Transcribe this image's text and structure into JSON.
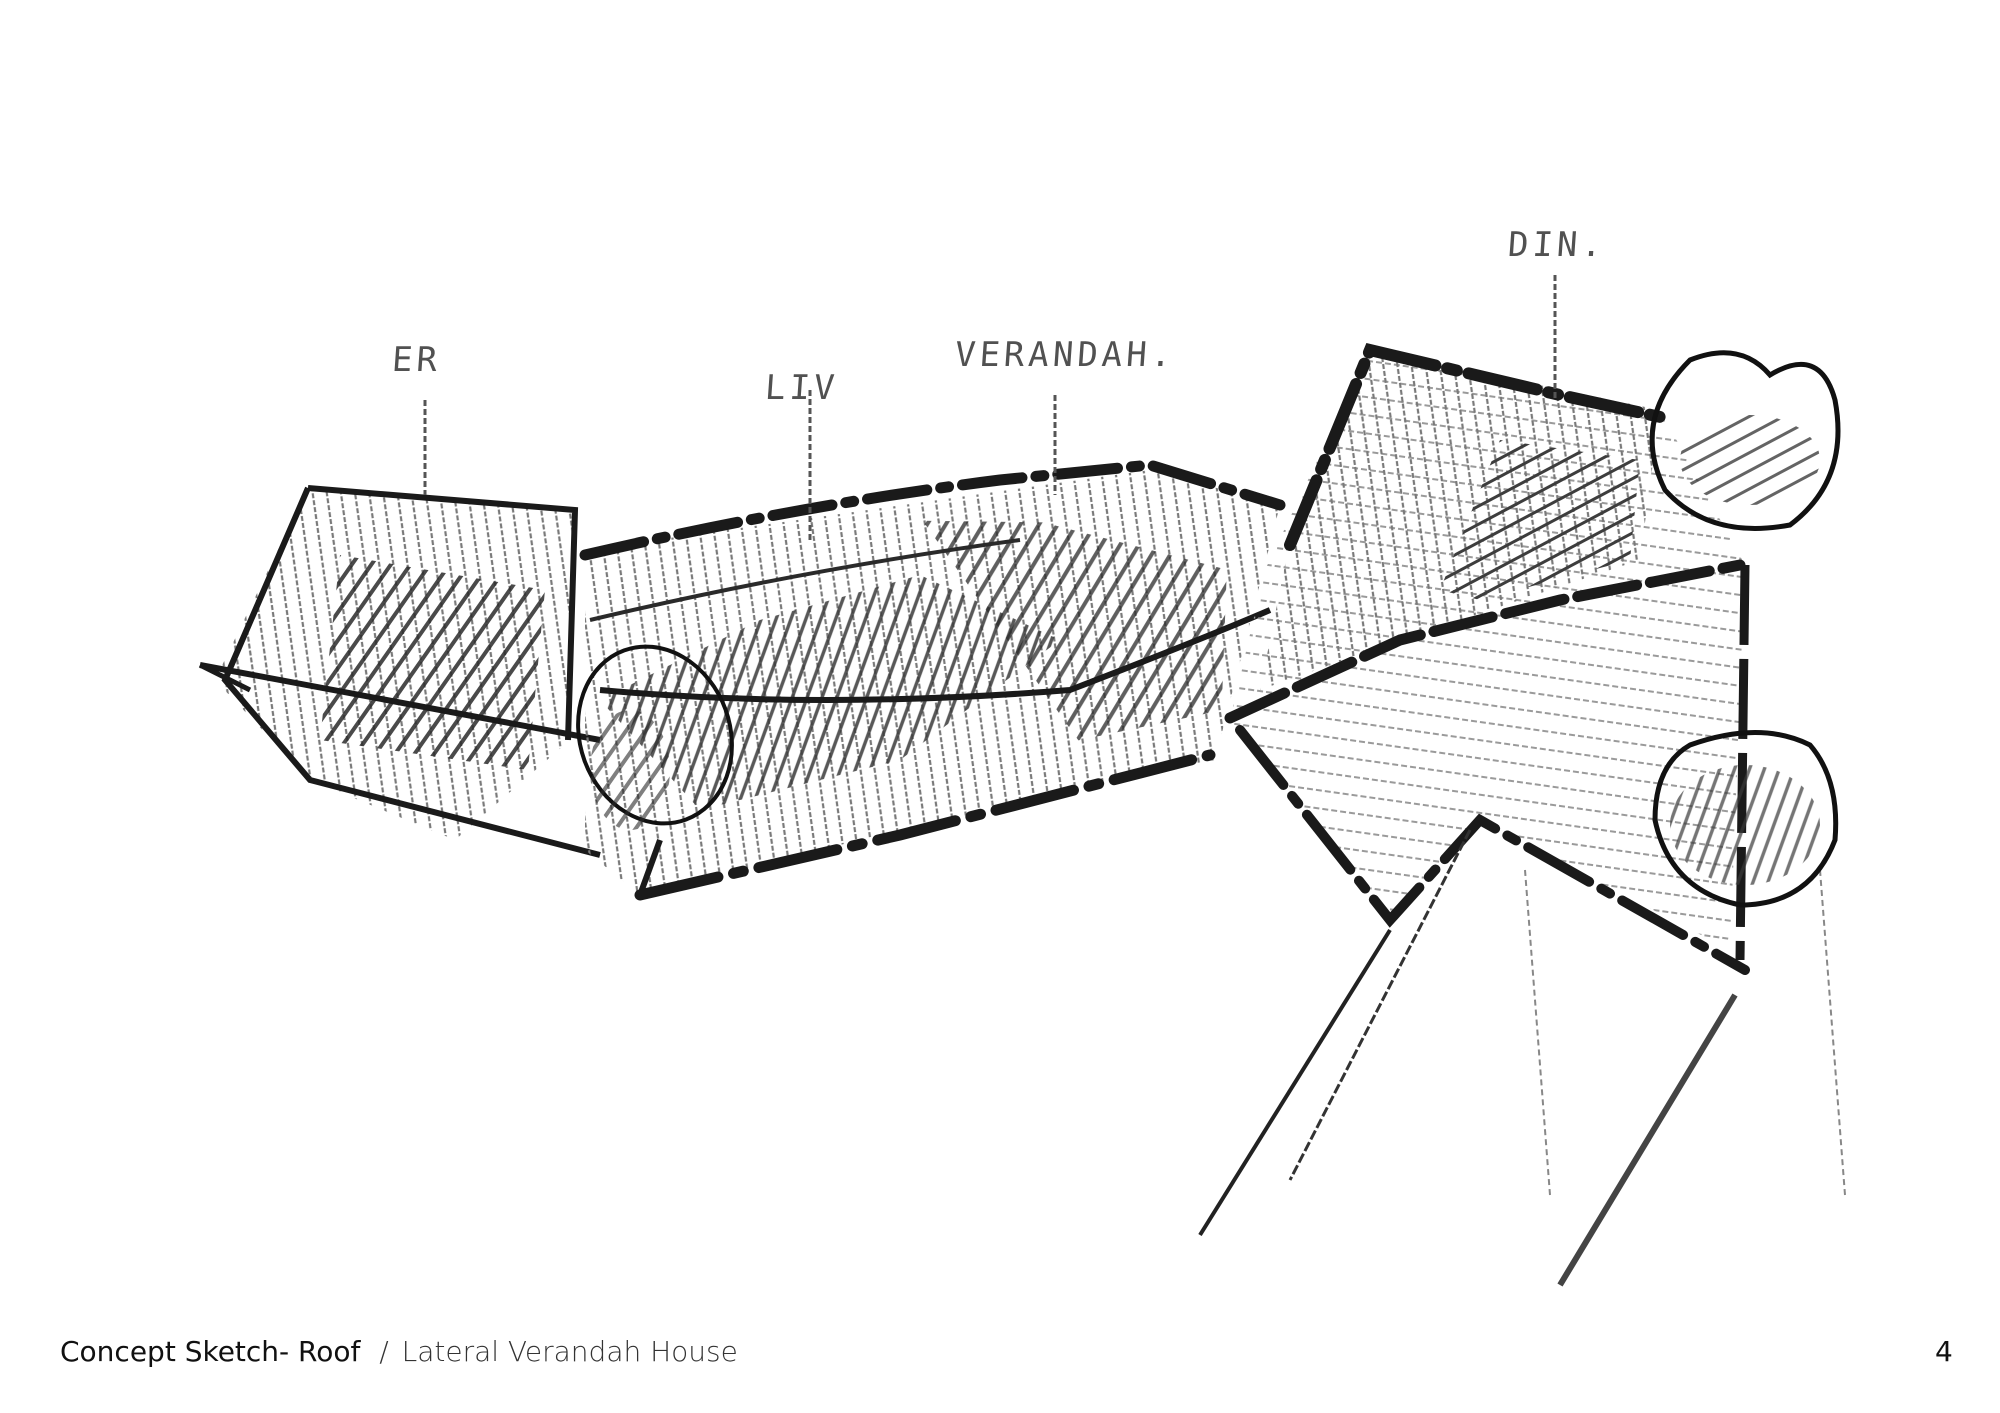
{
  "sketch": {
    "description": "Hand-drawn concept sketch of roof plan",
    "labels": [
      {
        "id": "er",
        "text": "ER"
      },
      {
        "id": "liv",
        "text": "LIV"
      },
      {
        "id": "verandah",
        "text": "VERANDAH."
      },
      {
        "id": "din",
        "text": "DIN."
      }
    ],
    "ink_color": "#1a1a1a",
    "pencil_color": "#6b6b6b"
  },
  "footer": {
    "title": "Concept Sketch- Roof",
    "separator": "/",
    "subtitle": "Lateral Verandah House",
    "page_number": "4"
  }
}
